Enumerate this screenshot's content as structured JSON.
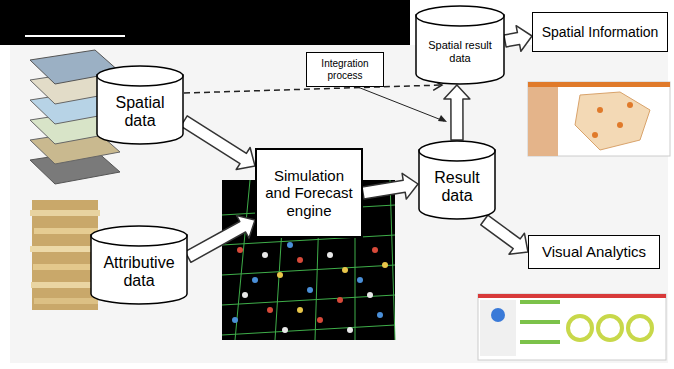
{
  "diagram": {
    "nodes": [
      {
        "text": [
          "Spatial result data"
        ]
      },
      {
        "text": [
          "Spatial Information"
        ]
      },
      {
        "text": [
          "Integration process"
        ]
      },
      {
        "text": [
          "Spatial data"
        ]
      },
      {
        "text": [
          "Simulation and Forecast engine"
        ]
      },
      {
        "text": [
          "Result data"
        ]
      },
      {
        "text": [
          "Attributive data"
        ]
      },
      {
        "text": [
          "Visual Analytics"
        ]
      }
    ],
    "edges": [
      {
        "from": 3,
        "to": 4,
        "arrow": "to"
      },
      {
        "from": 6,
        "to": 4,
        "arrow": "to"
      },
      {
        "from": 3,
        "to": 0,
        "arrow": "to"
      },
      {
        "from": 4,
        "to": 5,
        "arrow": "to"
      },
      {
        "from": 5,
        "to": 0,
        "arrow": "to"
      },
      {
        "from": 0,
        "to": 1,
        "arrow": "to"
      },
      {
        "from": 5,
        "to": 7,
        "arrow": "to"
      }
    ]
  }
}
